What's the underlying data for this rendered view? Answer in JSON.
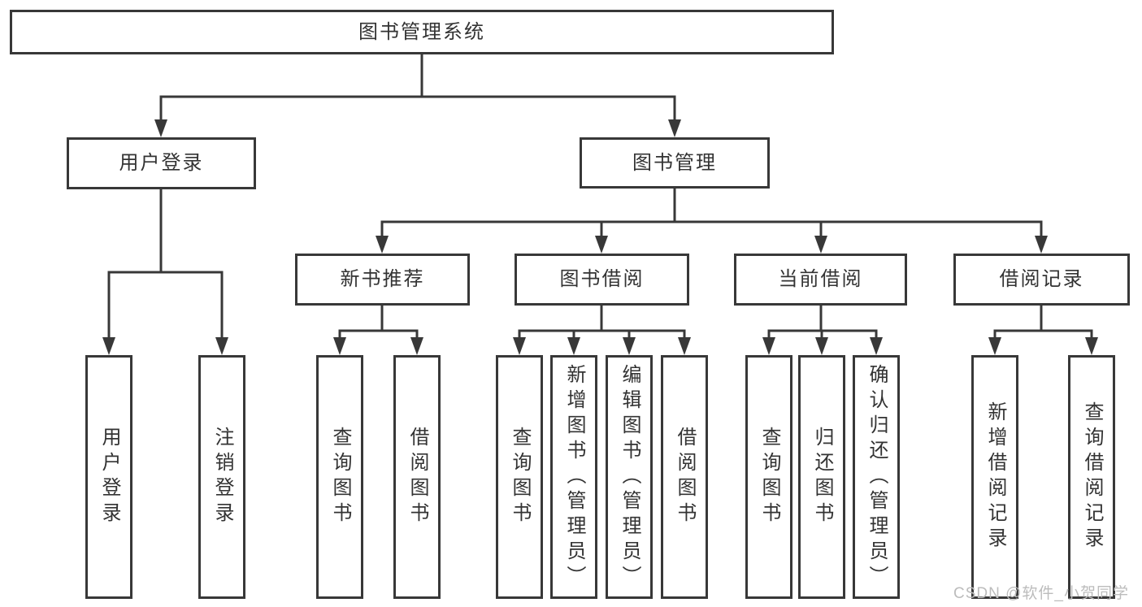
{
  "tree": {
    "root": "图书管理系统",
    "branches": [
      {
        "label": "用户登录",
        "children": [
          "用户登录",
          "注销登录"
        ]
      },
      {
        "label": "图书管理",
        "sections": [
          {
            "label": "新书推荐",
            "children": [
              "查询图书",
              "借阅图书"
            ]
          },
          {
            "label": "图书借阅",
            "children": [
              "查询图书",
              "新增图书（管理员）",
              "编辑图书（管理员）",
              "借阅图书"
            ]
          },
          {
            "label": "当前借阅",
            "children": [
              "查询图书",
              "归还图书",
              "确认归还（管理员）"
            ]
          },
          {
            "label": "借阅记录",
            "children": [
              "新增借阅记录",
              "查询借阅记录"
            ]
          }
        ]
      }
    ]
  },
  "watermark": {
    "text": "CSDN @软件_小贺同学"
  },
  "colors": {
    "line": "#383838",
    "box_border": "#383838",
    "text": "#333333",
    "watermark": "#bcbcbc",
    "background": "#ffffff"
  }
}
